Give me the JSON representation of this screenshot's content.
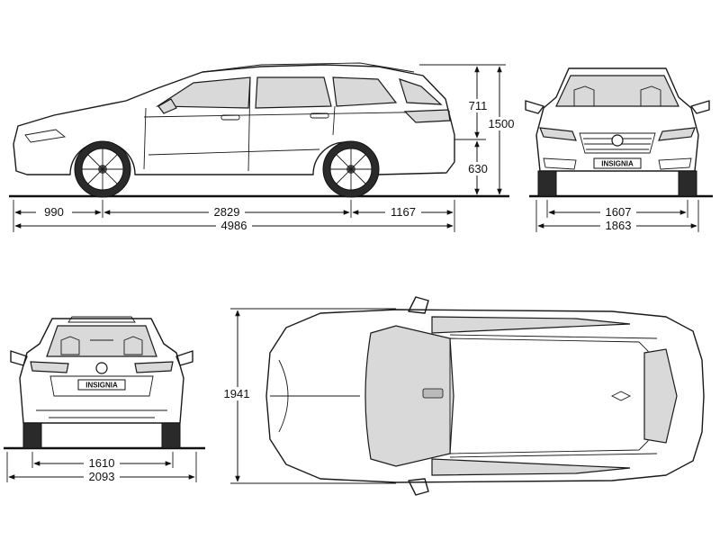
{
  "dimensions": {
    "front_overhang": "990",
    "wheelbase": "2829",
    "rear_overhang": "1167",
    "overall_length": "4986",
    "body_height_upper": "711",
    "ground_to_beltline": "630",
    "overall_height": "1500",
    "front_track": "1607",
    "front_width": "1863",
    "rear_track": "1610",
    "rear_width_mirrors": "2093",
    "top_width": "1941"
  },
  "badges": {
    "front_plate": "INSIGNIA",
    "rear_plate": "INSIGNIA"
  },
  "colors": {
    "line": "#1a1a1a",
    "glass": "#d9d9d9"
  }
}
